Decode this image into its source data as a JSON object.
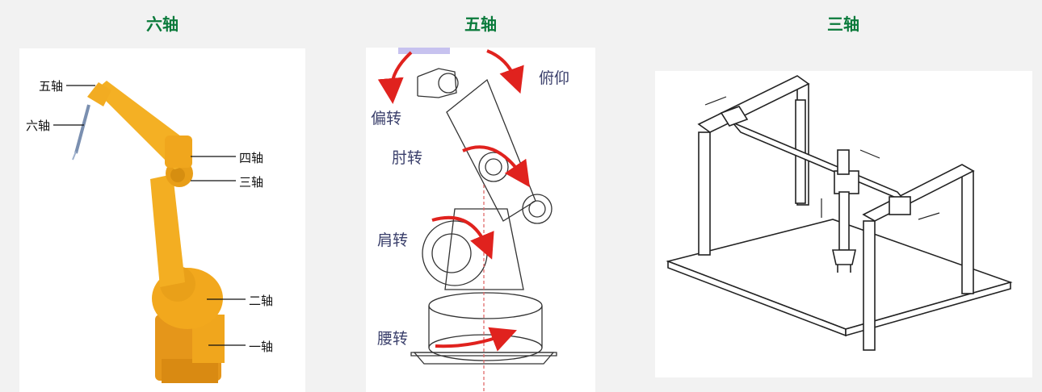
{
  "titles": {
    "six_axis": "六轴",
    "five_axis": "五轴",
    "three_axis": "三轴"
  },
  "six_axis_labels": {
    "axis5": "五轴",
    "axis6": "六轴",
    "axis4": "四轴",
    "axis3": "三轴",
    "axis2": "二轴",
    "axis1": "一轴"
  },
  "five_axis_labels": {
    "pitch": "俯仰",
    "yaw": "偏转",
    "elbow": "肘转",
    "shoulder": "肩转",
    "waist": "腰转"
  },
  "colors": {
    "title_green": "#0a7a3b",
    "robot_yellow": "#f2a81d",
    "arrow_red": "#e0221e",
    "label_navy": "#3a3f6b"
  }
}
